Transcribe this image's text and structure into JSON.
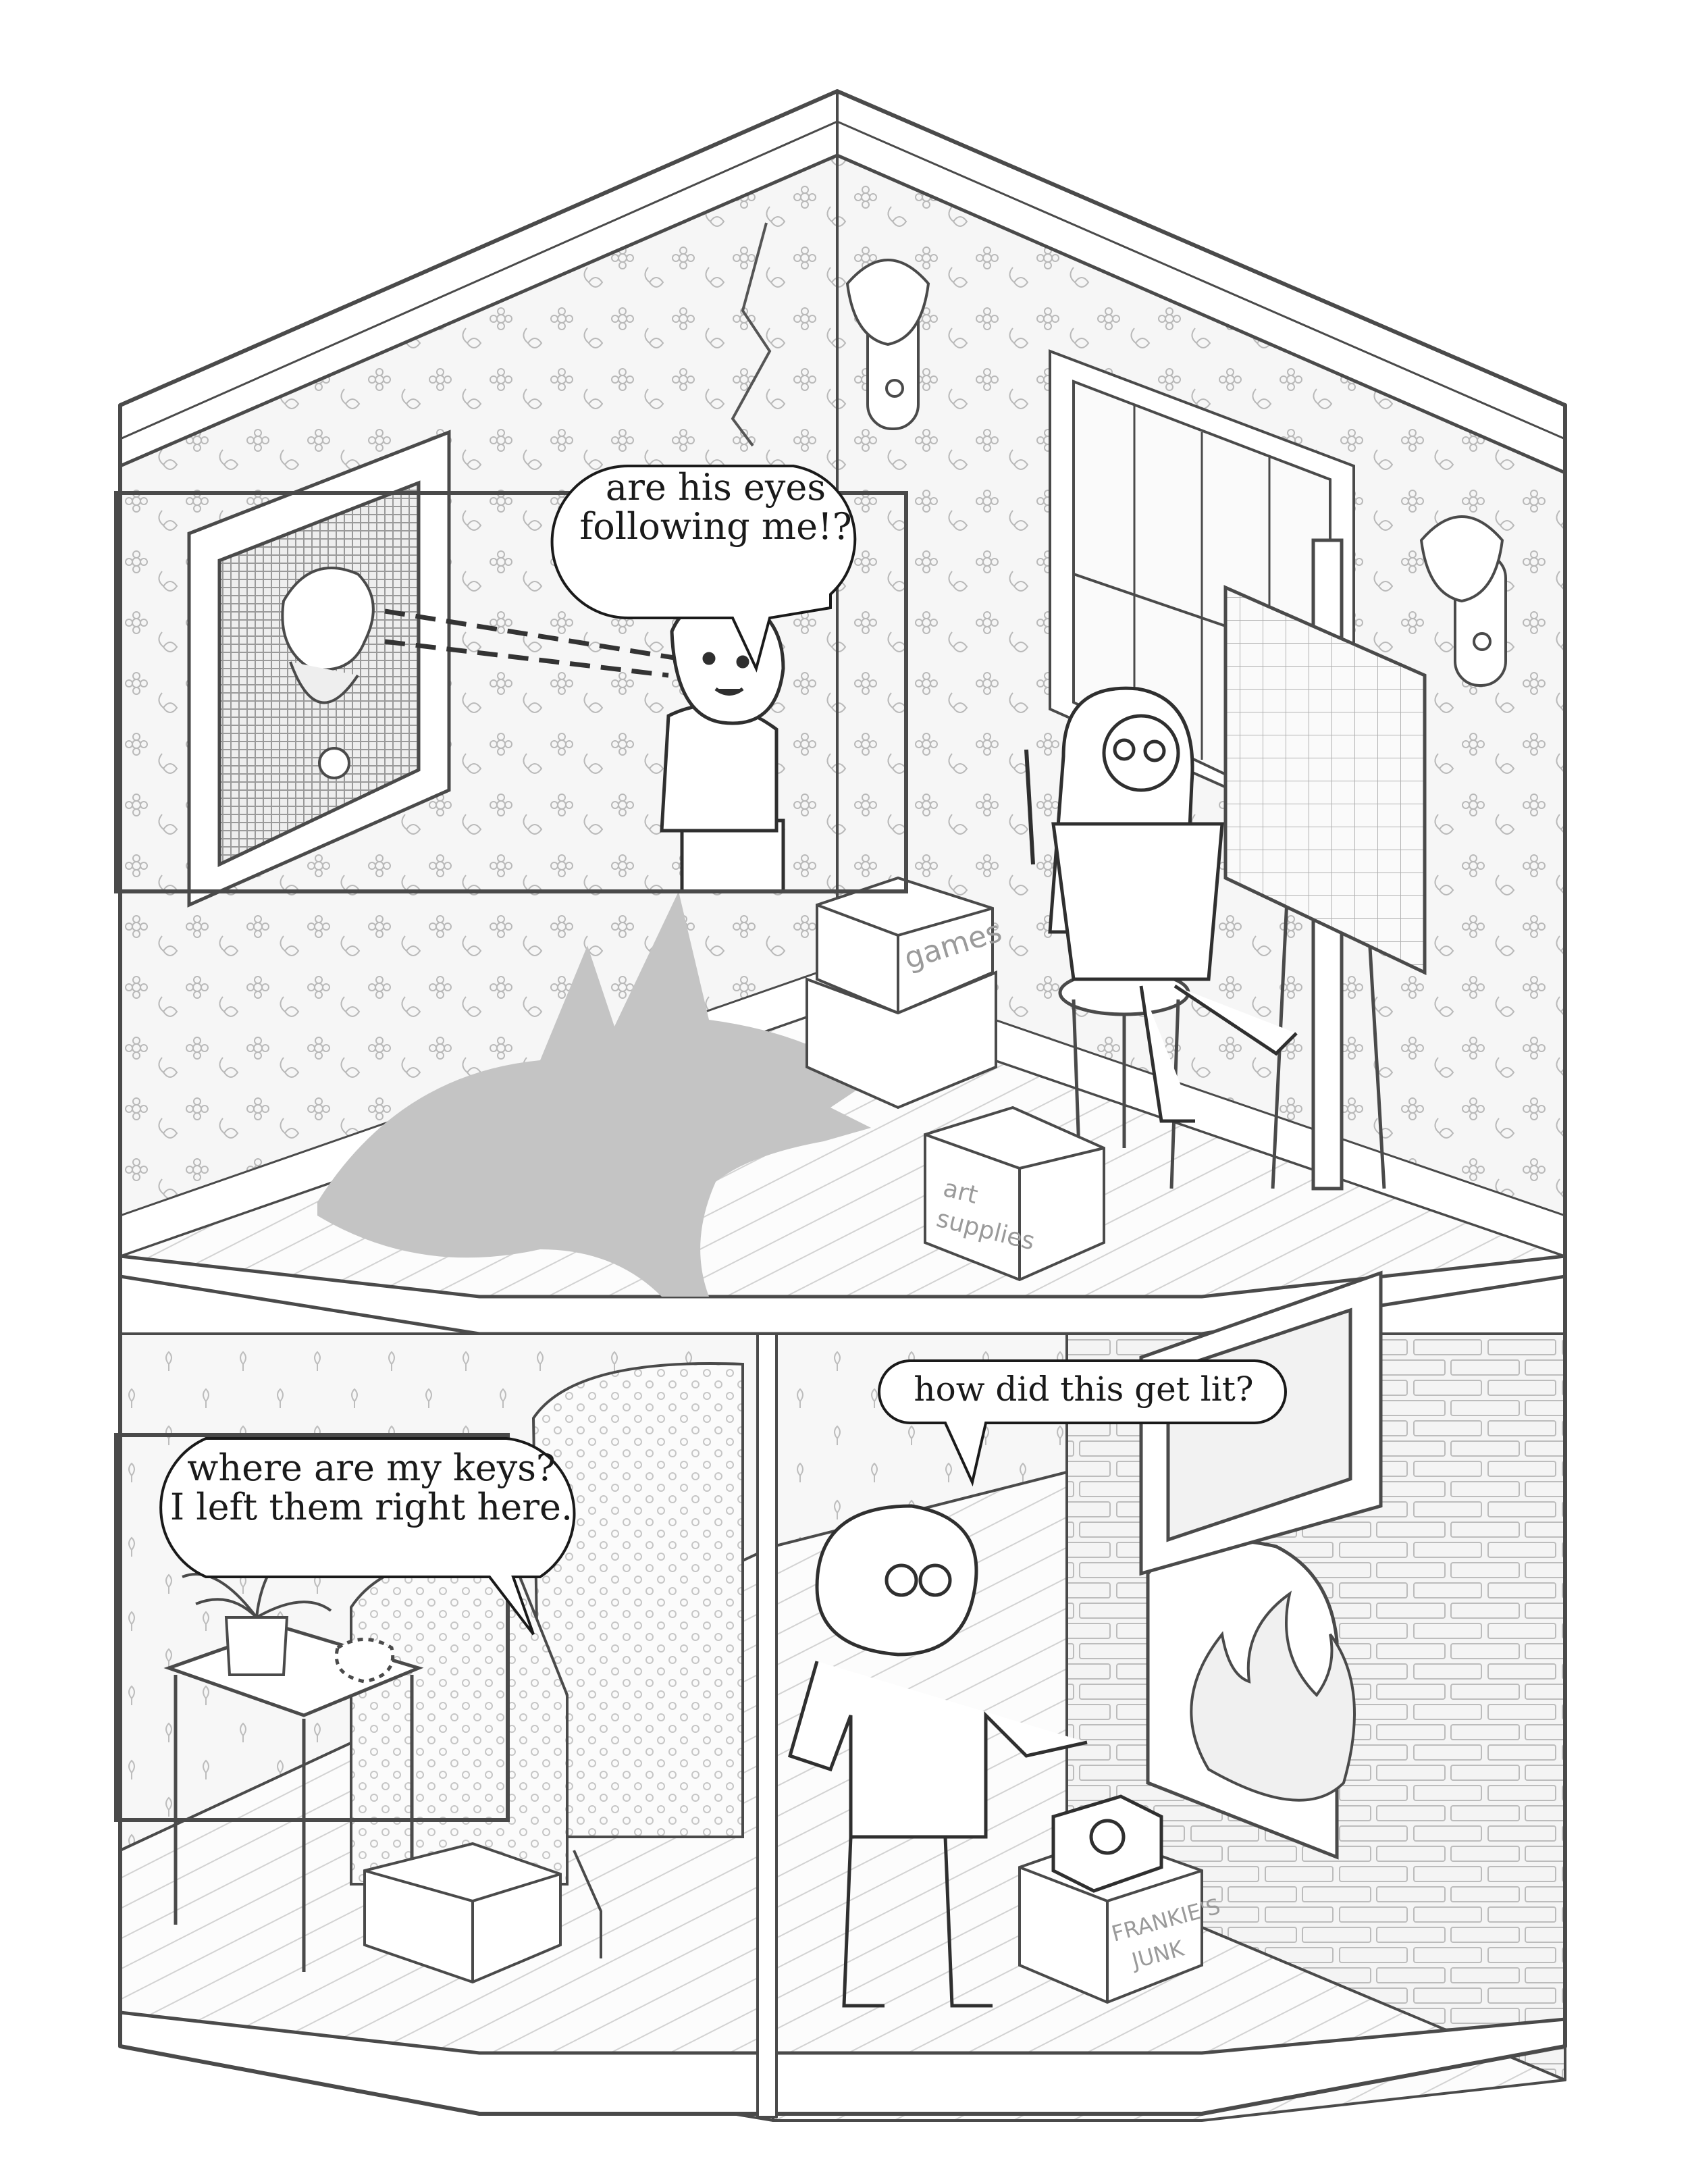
{
  "speech_bubbles": {
    "eyes": {
      "line1": "are his eyes",
      "line2": "following me!?"
    },
    "fire": {
      "text": "how did this get lit?"
    },
    "keys": {
      "line1": "where are my keys?",
      "line2": "I left them right here."
    }
  },
  "box_labels": {
    "games": "games",
    "art_1": "art",
    "art_2": "supplies",
    "frankie_1": "FRANKIE'S",
    "frankie_2": "JUNK"
  },
  "colors": {
    "line": "#4a4a4a",
    "light_line": "#b5b5b5",
    "shadow": "#c4c4c4",
    "wallpaper": "#f4f4f4",
    "floor": "#fbfbfb",
    "brick": "#f2f2f2"
  }
}
